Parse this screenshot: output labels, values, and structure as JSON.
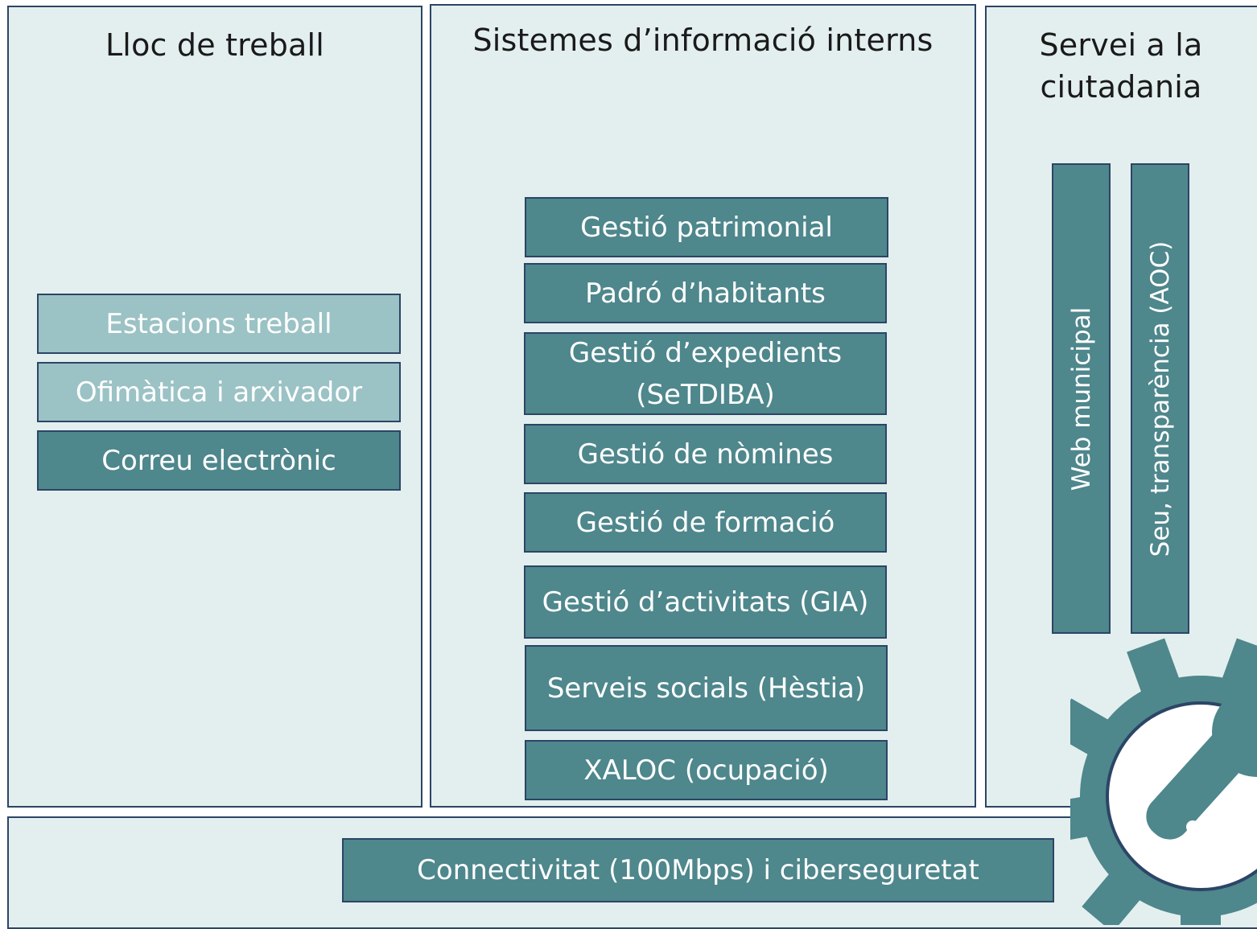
{
  "panels": {
    "lloc": {
      "title": "Lloc de treball",
      "items": [
        "Estacions treball",
        "Ofimàtica i arxivador",
        "Correu electrònic"
      ]
    },
    "sistemes": {
      "title": "Sistemes d’informació interns",
      "items": [
        "Gestió patrimonial",
        "Padró d’habitants",
        "Gestió d’expedients (SeTDIBA)",
        "Gestió de nòmines",
        "Gestió de formació",
        "Gestió d’activitats (GIA)",
        "Serveis socials (Hèstia)",
        "XALOC (ocupació)"
      ]
    },
    "servei": {
      "title_line1": "Servei a la",
      "title_line2": "ciutadania",
      "items": [
        "Web municipal",
        "Seu, transparència (AOC)"
      ]
    },
    "base": {
      "item": "Connectivitat (100Mbps) i ciberseguretat"
    }
  },
  "colors": {
    "panel_bg": "#e3efee",
    "border": "#2c4566",
    "box_dark": "#4e878c",
    "box_light": "#9bc2c5",
    "gear_outer": "#4e878c",
    "gear_inner": "#e3efee"
  },
  "icons": {
    "settings": "gear-with-wrench-icon"
  }
}
